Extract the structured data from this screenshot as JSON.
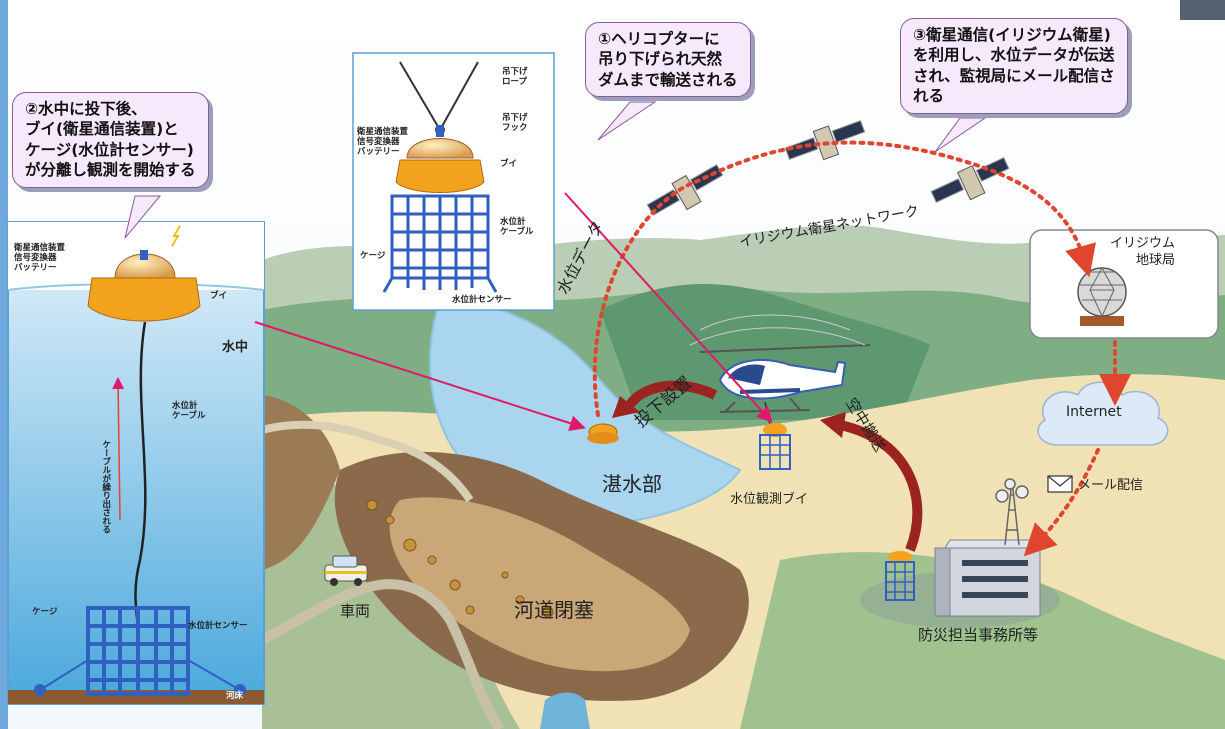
{
  "callouts": {
    "deploy": [
      "②水中に投下後、",
      "ブイ(衛星通信装置)と",
      "ケージ(水位計センサー)",
      "が分離し観測を開始する"
    ],
    "helicopter": [
      "①ヘリコプターに",
      "吊り下げられ天然",
      "ダムまで輸送される"
    ],
    "satellite": [
      "③衛星通信(イリジウム衛星)",
      "を利用し、水位データが伝送",
      "され、監視局にメール配信さ",
      "れる"
    ]
  },
  "left_panel": {
    "device_labels": [
      "衛星通信装置",
      "信号変換器",
      "バッテリー"
    ],
    "buoy": "ブイ",
    "underwater": "水中",
    "cable": [
      "水位計",
      "ケーブル"
    ],
    "cable_payout": "ケーブルが繰り出される",
    "cage": "ケージ",
    "sensor": "水位計センサー",
    "riverbed": "河床"
  },
  "device_panel": {
    "rope": [
      "吊下げ",
      "ロープ"
    ],
    "hook": [
      "吊下げ",
      "フック"
    ],
    "device_labels": [
      "衛星通信装置",
      "信号変換器",
      "バッテリー"
    ],
    "buoy": "ブイ",
    "cable": [
      "水位計",
      "ケーブル"
    ],
    "cage": "ケージ",
    "sensor": "水位計センサー"
  },
  "map": {
    "satellite_network": "イリジウム衛星ネットワーク",
    "ground_station": [
      "イリジウム",
      "地球局"
    ],
    "internet": "Internet",
    "water_data": "水位データ",
    "drop_install": "投下設置",
    "air_transport": "空中搬送",
    "reservoir": "湛水部",
    "buoy_label": "水位観測ブイ",
    "mail_delivery": "メール配信",
    "vehicle": "車両",
    "blockage": "河道閉塞",
    "office": "防災担当事務所等"
  },
  "colors": {
    "callout_fill": "#f6e9fb",
    "water": "#a9d6ee",
    "data_arrow": "#e0452f",
    "transport_arrow": "#9b2420",
    "pointer_line": "#e01a6a",
    "cage_blue": "#3060c0",
    "buoy_orange": "#f3a21d"
  }
}
